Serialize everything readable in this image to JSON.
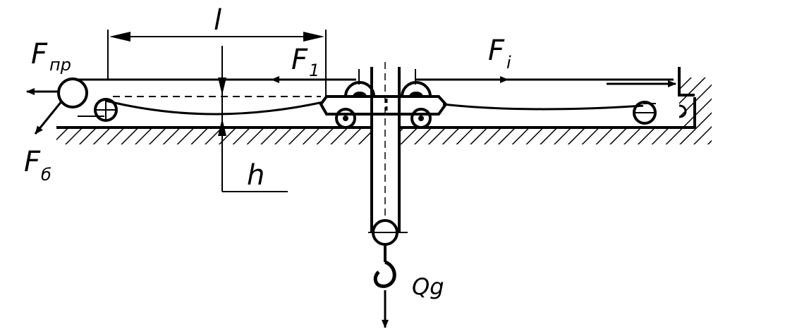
{
  "labels": {
    "span": "l",
    "drum_force_main": "F",
    "drum_force_sub": "пр",
    "brake_force_main": "F",
    "brake_force_sub": "б",
    "tension_1_main": "F",
    "tension_1_sub": "1",
    "tension_i_main": "F",
    "tension_i_sub": "i",
    "sag": "h",
    "load": "Qg"
  },
  "colors": {
    "ink": "#000000",
    "paper": "#ffffff"
  }
}
